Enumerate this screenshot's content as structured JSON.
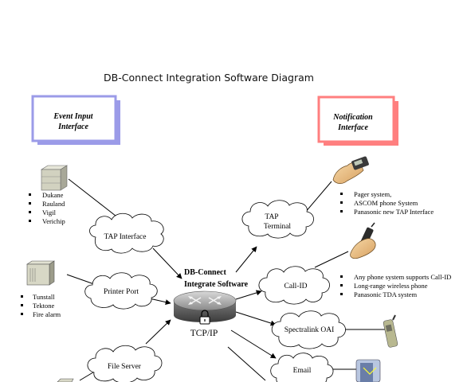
{
  "title": "DB-Connect Integration Software Diagram",
  "event_box": {
    "line1": "Event Input",
    "line2": "Interface"
  },
  "notification_box": {
    "line1": "Notification",
    "line2": "Interface"
  },
  "left_lists": {
    "nurse_call": [
      "Dukane",
      "Rauland",
      "Vigil",
      "Verichip"
    ],
    "fire": [
      "Tunstall",
      "Tektone",
      "Fire alarm"
    ]
  },
  "clouds": {
    "tap_interface": "TAP Interface",
    "printer_port": "Printer Port",
    "file_server": "File Server",
    "tap_terminal_1": "TAP",
    "tap_terminal_2": "Terminal",
    "call_id": "Call-ID",
    "spectralink": "Spectralink OAI",
    "email": "Email"
  },
  "center": {
    "name_line1": "DB-Connect",
    "name_line2": "Integrate Software",
    "protocol": "TCP/IP"
  },
  "right_lists": {
    "pager": [
      "Pager system,",
      "ASCOM phone System",
      "Panasonic new TAP Interface"
    ],
    "phone": [
      "Any phone system supports Call-ID",
      "Long-range wireless phone",
      "Panasonic TDA system"
    ]
  },
  "colors": {
    "event_box_fill": "#9999e6",
    "notification_box_fill": "#ff8080",
    "line": "#000000"
  },
  "icons": [
    "server-icon",
    "panel-icon",
    "hand-pager-icon",
    "hand-phone-icon",
    "cordless-phone-icon",
    "email-icon",
    "router-icon",
    "lock-icon"
  ]
}
